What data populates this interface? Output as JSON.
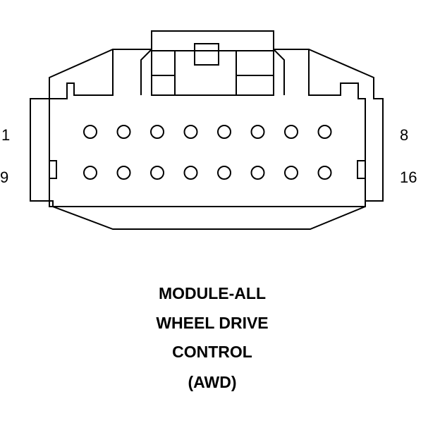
{
  "pin_labels": {
    "top_left": "1",
    "top_right": "8",
    "bottom_left": "9",
    "bottom_right": "16"
  },
  "pins": {
    "rows": [
      [
        1,
        2,
        3,
        4,
        5,
        6,
        7,
        8
      ],
      [
        9,
        10,
        11,
        12,
        13,
        14,
        15,
        16
      ]
    ]
  },
  "caption": {
    "lines": [
      "MODULE-ALL",
      "WHEEL DRIVE",
      "CONTROL",
      "(AWD)"
    ]
  },
  "colors": {
    "stroke": "#000000",
    "background": "#ffffff"
  }
}
